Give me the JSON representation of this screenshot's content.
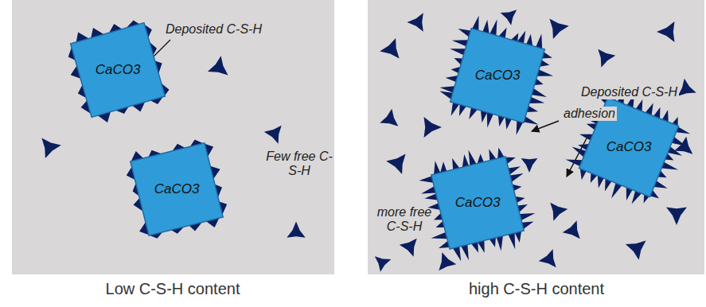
{
  "diagram": {
    "nodes": [
      {
        "text": [
          "CaCO3"
        ]
      },
      {
        "text": [
          "CaCO3"
        ]
      },
      {
        "text": [
          "CaCO3"
        ]
      },
      {
        "text": [
          "CaCO3"
        ]
      },
      {
        "text": [
          "CaCO3"
        ]
      }
    ],
    "labels": [
      "Deposited C-S-H",
      "Few free C-S-H",
      "Low C-S-H content",
      "Deposited C-S-H",
      "adhesion",
      "more free C-S-H",
      "high C-S-H content"
    ]
  }
}
